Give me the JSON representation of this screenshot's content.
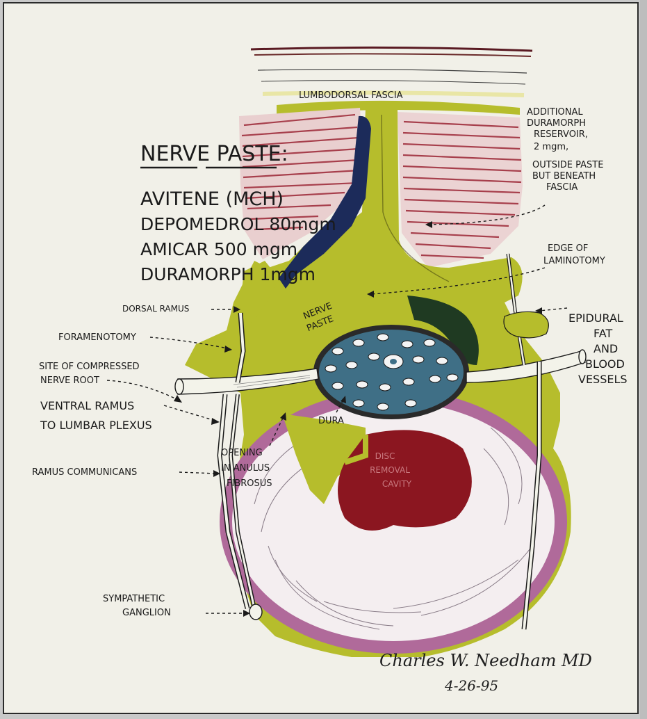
{
  "paste_panel": {
    "heading": "NERVE PASTE:",
    "ingredients": [
      "AVITENE (MCH)",
      "DEPOMEDROL 80mgm",
      "AMICAR 500 mgm",
      "DURAMORPH 1mgm"
    ]
  },
  "labels": {
    "fascia": "LUMBODORSAL FASCIA",
    "additional_reservoir": [
      "ADDITIONAL",
      "DURAMORPH",
      "RESERVOIR,",
      "2 mgm,",
      "OUTSIDE PASTE",
      "BUT BENEATH",
      "FASCIA"
    ],
    "edge_laminotomy": [
      "EDGE OF",
      "LAMINOTOMY"
    ],
    "epidural_fat": [
      "EPIDURAL",
      "FAT",
      "AND",
      "BLOOD",
      "VESSELS"
    ],
    "dorsal_ramus": "DORSAL RAMUS",
    "foramenotomy": "FORAMENOTOMY",
    "compressed_root": [
      "SITE OF COMPRESSED",
      "NERVE ROOT"
    ],
    "ventral_ramus": [
      "VENTRAL RAMUS",
      "TO LUMBAR PLEXUS"
    ],
    "ramus_communicans": "RAMUS COMMUNICANS",
    "opening_anulus": [
      "OPENING",
      "IN ANULUS",
      "FIBROSUS"
    ],
    "nerve_paste_inner": [
      "NERVE",
      "PASTE"
    ],
    "dura": "DURA",
    "disc_cavity": [
      "DISC",
      "REMOVAL",
      "CAVITY"
    ],
    "sympathetic_ganglion": [
      "SYMPATHETIC",
      "GANGLION"
    ]
  },
  "signature": {
    "name": "Charles W. Needham MD",
    "date": "4-26-95"
  },
  "colors": {
    "paste_yellow": "#b6bd2c",
    "muscle_red": "#a0303e",
    "dark_blue": "#1c2b5a",
    "dura_teal": "#3f6f86",
    "disc_purple": "#b06a9a",
    "cavity_red": "#8b1620",
    "dark_green": "#1f3a22"
  }
}
